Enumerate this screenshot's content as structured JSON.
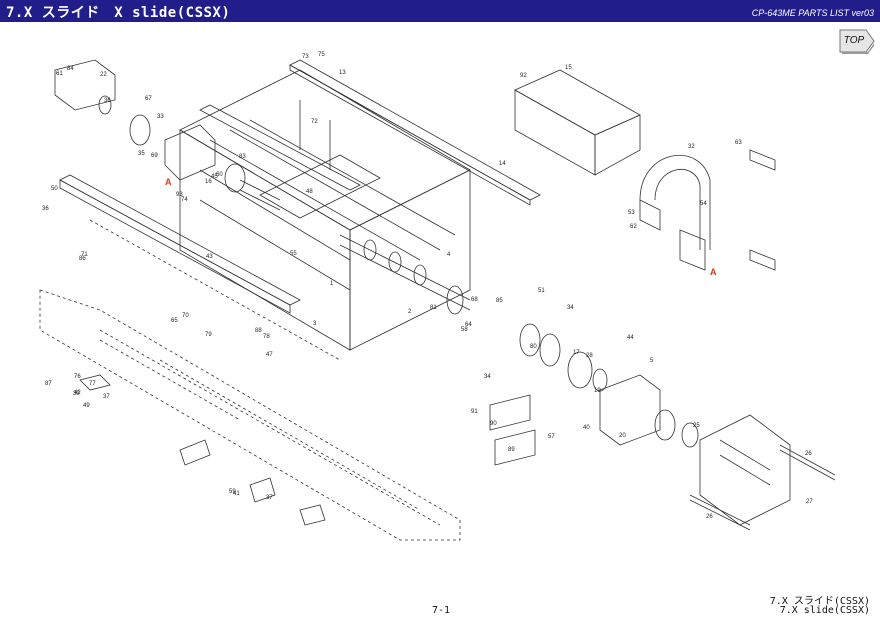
{
  "header": {
    "title": "7.X スライド　X slide(CSSX)",
    "doc_id": "CP-643ME PARTS LIST ver03"
  },
  "nav": {
    "top_label": "TOP"
  },
  "markers": [
    "A",
    "A"
  ],
  "callouts": [
    "1",
    "2",
    "3",
    "4",
    "5",
    "13",
    "14",
    "15",
    "16",
    "17",
    "19",
    "20",
    "22",
    "25",
    "26",
    "26",
    "27",
    "28",
    "32",
    "33",
    "34",
    "34",
    "35",
    "36",
    "36",
    "37",
    "37",
    "39",
    "40",
    "41",
    "42",
    "43",
    "44",
    "45",
    "47",
    "48",
    "49",
    "50",
    "51",
    "53",
    "54",
    "55",
    "57",
    "58",
    "59",
    "60",
    "61",
    "62",
    "63",
    "64",
    "65",
    "67",
    "68",
    "69",
    "70",
    "71",
    "72",
    "73",
    "74",
    "75",
    "76",
    "77",
    "78",
    "79",
    "80",
    "81",
    "83",
    "84",
    "85",
    "86",
    "87",
    "88",
    "89",
    "90",
    "91",
    "92",
    "93"
  ],
  "footer": {
    "caption_jp": "7.X スライド(CSSX)",
    "caption_en": "7.X slide(CSSX)",
    "page": "7-1"
  },
  "colors": {
    "header_bg": "#211d8a",
    "marker": "#d23a1a",
    "line": "#333333"
  }
}
